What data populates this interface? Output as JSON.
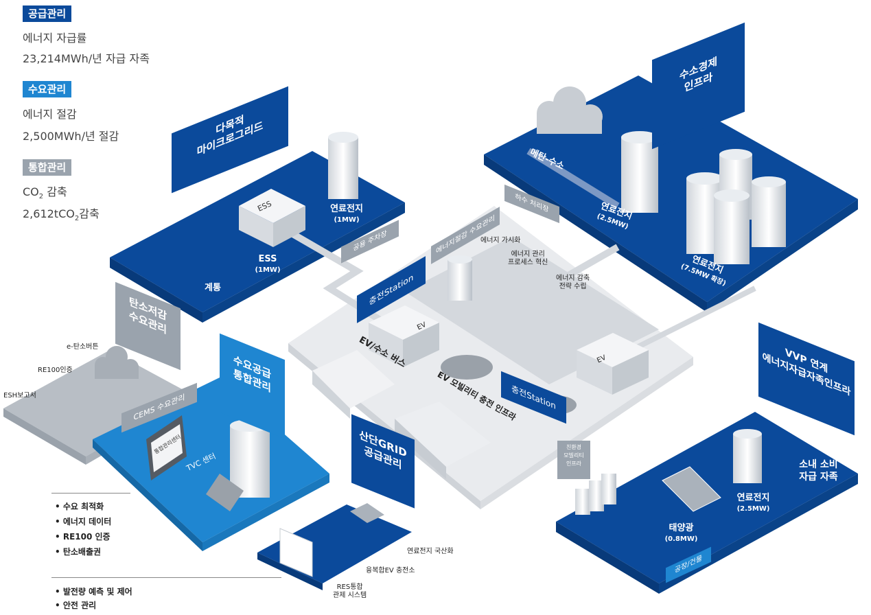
{
  "legend": {
    "supply": {
      "tag": "공급관리",
      "line1": "에너지 자급률",
      "line2": "23,214MWh/년 자급 자족",
      "color": "#0b4a9b"
    },
    "demand": {
      "tag": "수요관리",
      "line1": "에너지 절감",
      "line2": "2,500MWh/년 절감",
      "color": "#1f86d1"
    },
    "integrated": {
      "tag": "통합관리",
      "line1_prefix": "CO",
      "line1_sub": "2",
      "line1_suffix": " 감축",
      "line2_prefix": "2,612tCO",
      "line2_sub": "2",
      "line2_suffix": "감축",
      "color": "#9aa3ad"
    }
  },
  "signs": {
    "microgrid": "다목적\n마이크로그리드",
    "hydrogen": "수소경제\n인프라",
    "carbon": "탄소저감\n수요관리",
    "supplyint": "수요공급\n통합관리",
    "industrial": "산단GRID\n공급관리",
    "vvp": "VVP 연계\n에너지자급자족인프라",
    "cems": "CEMS 수요관리",
    "charge1": "충전Station",
    "charge2": "충전Station",
    "energysave": "에너지절감 수요관리",
    "parking": "공용 주차장",
    "sewage": "하수 처리장",
    "mobility": "친환경\n모빌리티\n인프라",
    "factory": "공장/건물",
    "tvc": "TVC 센터",
    "center": "통합관리센터"
  },
  "labels": {
    "ess": "ESS",
    "ess_cap": "(1MW)",
    "ess_box": "ESS",
    "fc1": "연료전지",
    "fc1_cap": "(1MW)",
    "grid": "계통",
    "methane": "메탄-수소",
    "fc2": "연료전지",
    "fc2_cap": "(2.5MW)",
    "fc3": "연료전지",
    "fc3_cap": "(7.5MW 확장)",
    "vis": "에너지 가시화",
    "process": "에너지 관리\n프로세스 혁신",
    "strategy": "에너지 감축\n전략 수립",
    "ev1": "EV",
    "ev2": "EV",
    "bus": "EV/수소 버스",
    "evinfra": "EV 모빌리티 충전 인프라",
    "etan": "e-탄소버튼",
    "re100": "RE100인증",
    "esh": "ESH보고서",
    "fc4": "연료전지",
    "fc4_cap": "(2.5MW)",
    "solar": "태양광",
    "solar_cap": "(0.8MW)",
    "selfsuff": "소내 소비\n자급 자족",
    "fc_local": "연료전지 국산화",
    "ev_charge": "융복합EV 충전소",
    "res": "RES통합\n관제 시스템"
  },
  "bullets1": [
    "• 수요 최적화",
    "• 에너지 데이터",
    "• RE100 인증",
    "• 탄소배출권"
  ],
  "bullets2": [
    "• 발전량 예측 및 제어",
    "• 안전 관리"
  ],
  "colors": {
    "navy": "#0b4a9b",
    "blue": "#1f86d1",
    "grey": "#9aa3ad",
    "lightgrey": "#e4e6e9",
    "platform": "#eef0f2"
  }
}
